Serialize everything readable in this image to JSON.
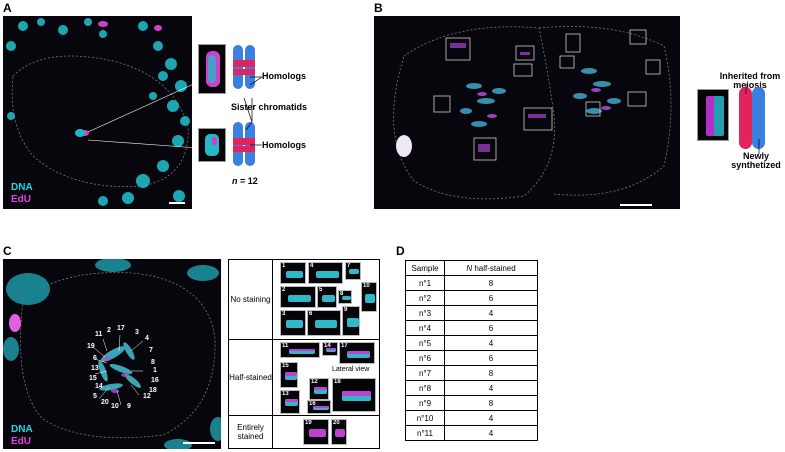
{
  "panels": {
    "A": {
      "letter": "A",
      "dna_label": "DNA",
      "edu_label": "EdU",
      "homologs_top": "Homologs",
      "sister_chromatids": "Sister chromatids",
      "homologs_bottom": "Homologs",
      "n_label": "n",
      "n_value": " = 12",
      "colors": {
        "dna": "#20d8e0",
        "edu": "#e040e0",
        "blue": "#3b7fe0",
        "red": "#e0245e"
      }
    },
    "B": {
      "letter": "B",
      "inherited_label": "Inherited from meiosis",
      "newly_label": "Newly synthetized"
    },
    "C": {
      "letter": "C",
      "dna_label": "DNA",
      "edu_label": "EdU",
      "chromosome_numbers": [
        "11",
        "2",
        "17",
        "3",
        "4",
        "19",
        "7",
        "6",
        "8",
        "13",
        "1",
        "15",
        "16",
        "14",
        "18",
        "5",
        "20",
        "12",
        "10",
        "9"
      ],
      "gallery": {
        "no_staining": "No staining",
        "half_stained": "Half-stained",
        "entirely_stained": "Entirely stained",
        "lateral_view": "Lateral view",
        "no_staining_ids": [
          "1",
          "4",
          "7",
          "2",
          "5",
          "8",
          "10",
          "3",
          "6",
          "9"
        ],
        "half_ids": [
          "11",
          "14",
          "17",
          "15",
          "18",
          "13",
          "12",
          "16"
        ],
        "entire_ids": [
          "19",
          "20"
        ]
      }
    },
    "D": {
      "letter": "D",
      "header_sample": "Sample",
      "header_n": "N",
      "header_n_rest": " half-stained",
      "rows": [
        {
          "sample": "n°1",
          "n": "8"
        },
        {
          "sample": "n°2",
          "n": "6"
        },
        {
          "sample": "n°3",
          "n": "4"
        },
        {
          "sample": "n°4",
          "n": "6"
        },
        {
          "sample": "n°5",
          "n": "4"
        },
        {
          "sample": "n°6",
          "n": "6"
        },
        {
          "sample": "n°7",
          "n": "8"
        },
        {
          "sample": "n°8",
          "n": "4"
        },
        {
          "sample": "n°9",
          "n": "8"
        },
        {
          "sample": "n°10",
          "n": "4"
        },
        {
          "sample": "n°11",
          "n": "4"
        }
      ]
    }
  }
}
